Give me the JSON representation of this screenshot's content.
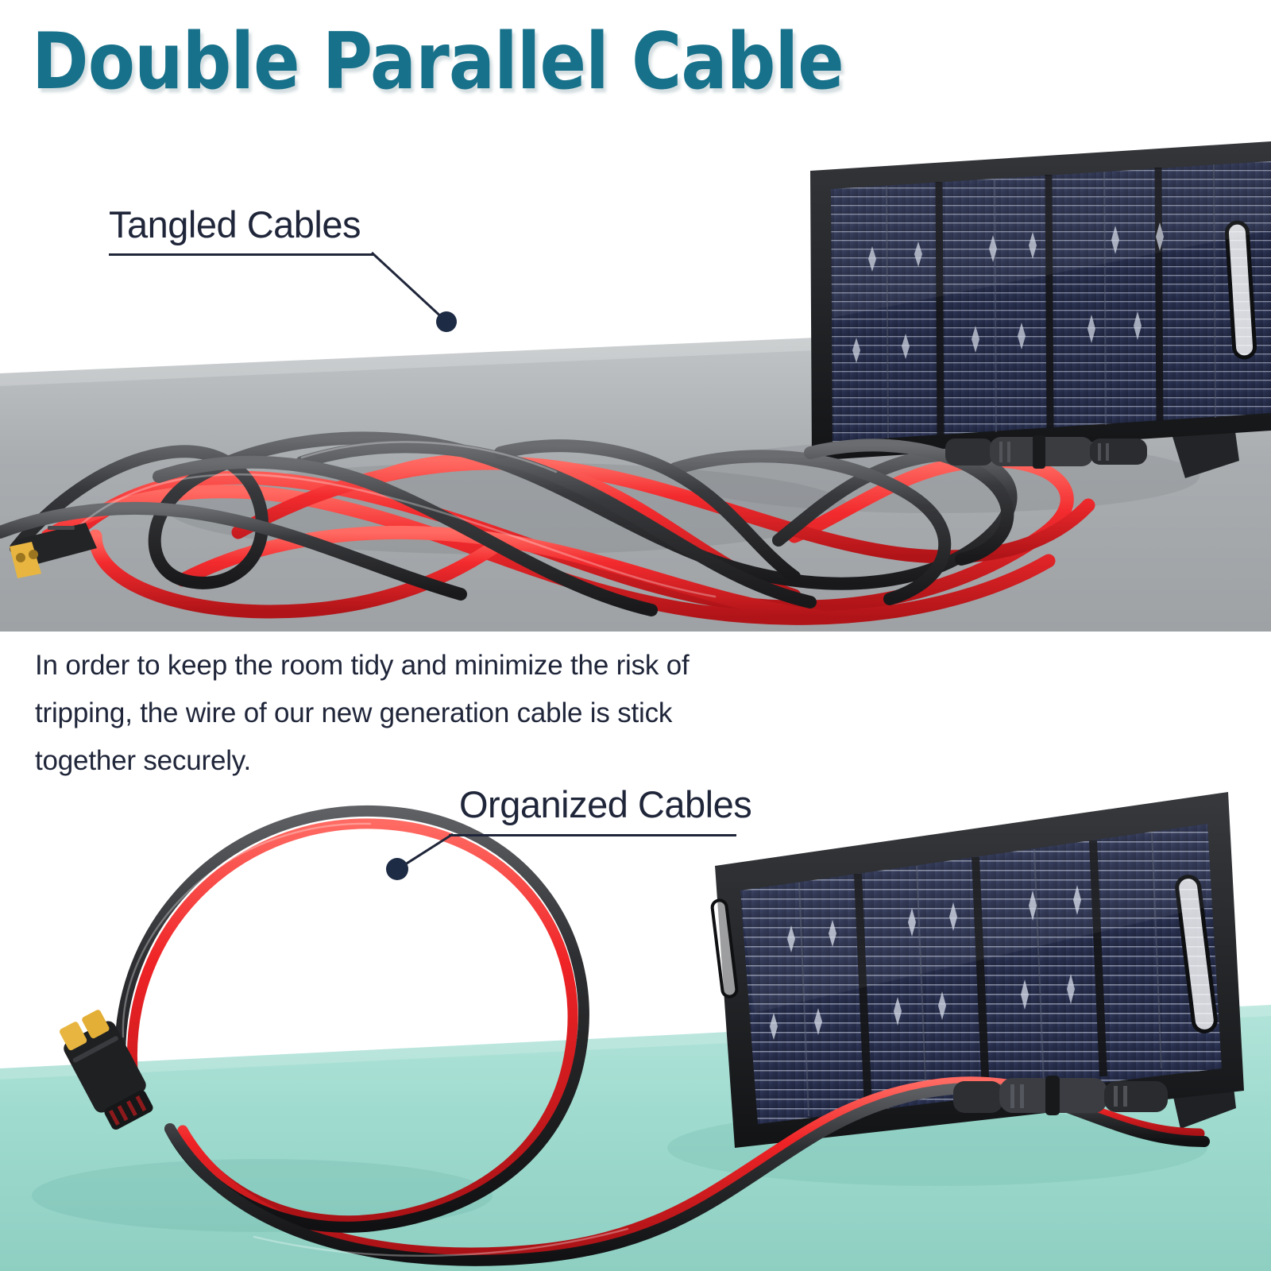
{
  "page": {
    "title": "Double Parallel Cable",
    "background_color": "#ffffff"
  },
  "colors": {
    "title_teal": "#17718a",
    "text_dark": "#20263a",
    "floor_top_gray": "#a9adb0",
    "floor_bottom_mint": "#a5ded2",
    "cable_red": "#f32b2e",
    "cable_black": "#2a2a2c",
    "connector_yellow": "#e8b640",
    "panel_cell_navy": "#2a3150",
    "panel_frame_black": "#1b1c1f",
    "callout_dot": "#1d2b45"
  },
  "top_section": {
    "callout": {
      "label": "Tangled Cables",
      "dot_name": "tangled-cables-anchor-dot"
    },
    "scene": {
      "description": "Messy loose solar extension cables tangled on a gray floor beside a four-fold portable solar panel",
      "floor_color": "#a9adb0",
      "cable_state": "tangled",
      "connectors": [
        {
          "type": "xt60-connector",
          "color": "#e8b640",
          "position": "left"
        },
        {
          "type": "mc4-connector-pair",
          "color": "#2a2a2c",
          "position": "panel-base"
        }
      ],
      "solar_panel": {
        "fold_sections": 4,
        "cell_color": "#2a3150",
        "frame_color": "#1b1c1f",
        "has_handle_slot": true,
        "has_kickstand": true
      }
    }
  },
  "body": {
    "paragraph": "In order to keep the room tidy and minimize the risk of tripping, the wire of our new generation cable is stick together securely."
  },
  "bottom_section": {
    "callout": {
      "label": "Organized Cables",
      "dot_name": "organized-cables-anchor-dot"
    },
    "scene": {
      "description": "Neatly coiled bonded red-and-black parallel cable looped on a mint floor beside a four-fold portable solar panel",
      "floor_color": "#a5ded2",
      "cable_state": "organized",
      "connectors": [
        {
          "type": "xt60-connector",
          "color": "#e8b640",
          "position": "left"
        },
        {
          "type": "mc4-connector-pair",
          "color": "#2a2a2c",
          "position": "panel-base"
        }
      ],
      "solar_panel": {
        "fold_sections": 4,
        "cell_color": "#2a3150",
        "frame_color": "#1b1c1f",
        "has_handle_slot": true,
        "has_kickstand": true
      }
    }
  }
}
